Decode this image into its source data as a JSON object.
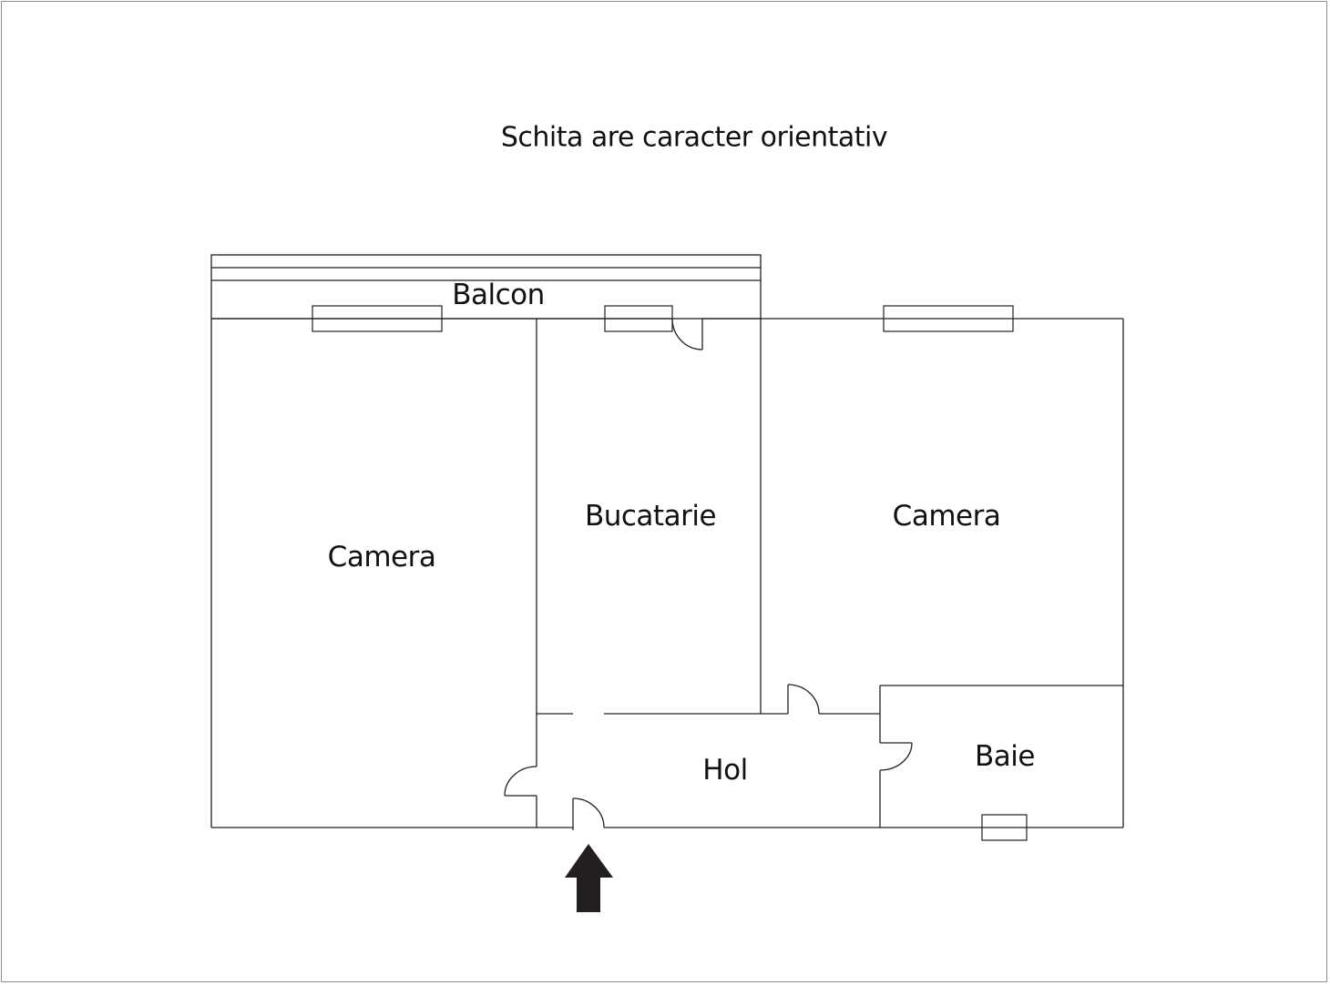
{
  "title": "Schita are caracter orientativ",
  "rooms": {
    "balcony": "Balcon",
    "room_left": "Camera",
    "kitchen": "Bucatarie",
    "room_right": "Camera",
    "hall": "Hol",
    "bathroom": "Baie"
  },
  "entrance_arrow": "entrance-arrow",
  "colors": {
    "lines": "#231f20",
    "border": "#8c8c8c",
    "arrow": "#231f20"
  }
}
